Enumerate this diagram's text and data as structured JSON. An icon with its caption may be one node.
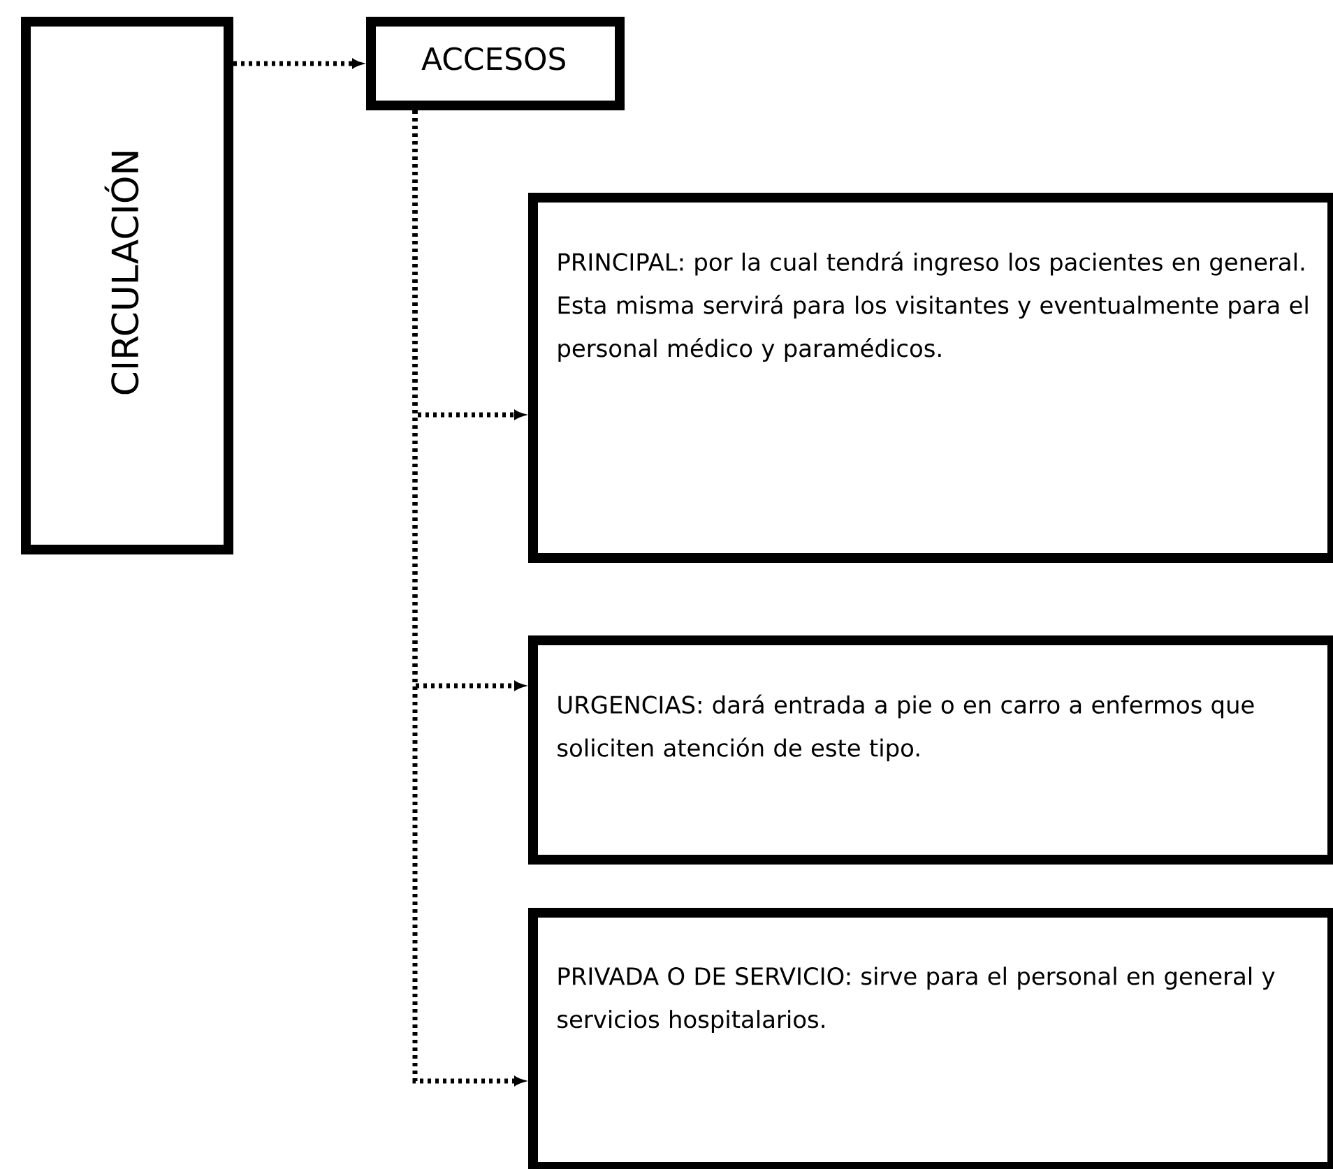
{
  "diagram": {
    "nodes": [
      {
        "text": [
          "CIRCULACIÓN"
        ]
      },
      {
        "text": [
          "ACCESOS"
        ]
      },
      {
        "text": [
          "PRINCIPAL: por la cual tendrá ingreso los pacientes en general.  Esta misma servirá para los visitantes y eventualmente para el personal médico y paramédicos."
        ]
      },
      {
        "text": [
          "URGENCIAS: dará entrada a pie o en carro a enfermos que soliciten atención de este tipo."
        ]
      },
      {
        "text": [
          "PRIVADA O DE SERVICIO: sirve para el personal en general y servicios hospitalarios."
        ]
      }
    ],
    "edges": [
      {
        "from": 0,
        "to": 1,
        "arrow": "to"
      },
      {
        "from": 1,
        "to": 2,
        "arrow": "to"
      },
      {
        "from": 1,
        "to": 3,
        "arrow": "to"
      },
      {
        "from": 1,
        "to": 4,
        "arrow": "to"
      }
    ]
  }
}
